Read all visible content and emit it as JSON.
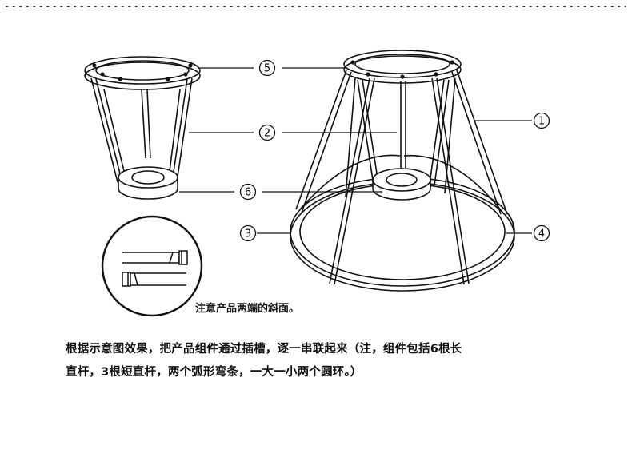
{
  "callouts": {
    "c1": "1",
    "c2": "2",
    "c3": "3",
    "c4": "4",
    "c5": "5",
    "c6": "6"
  },
  "inset_note": "注意产品两端的斜面。",
  "description": {
    "line1": "根据示意图效果，把产品组件通过插槽，逐一串联起来（注，组件包括6根长",
    "line2": "直杆，3根短直杆，两个弧形弯条，一大一小两个圆环。）"
  }
}
